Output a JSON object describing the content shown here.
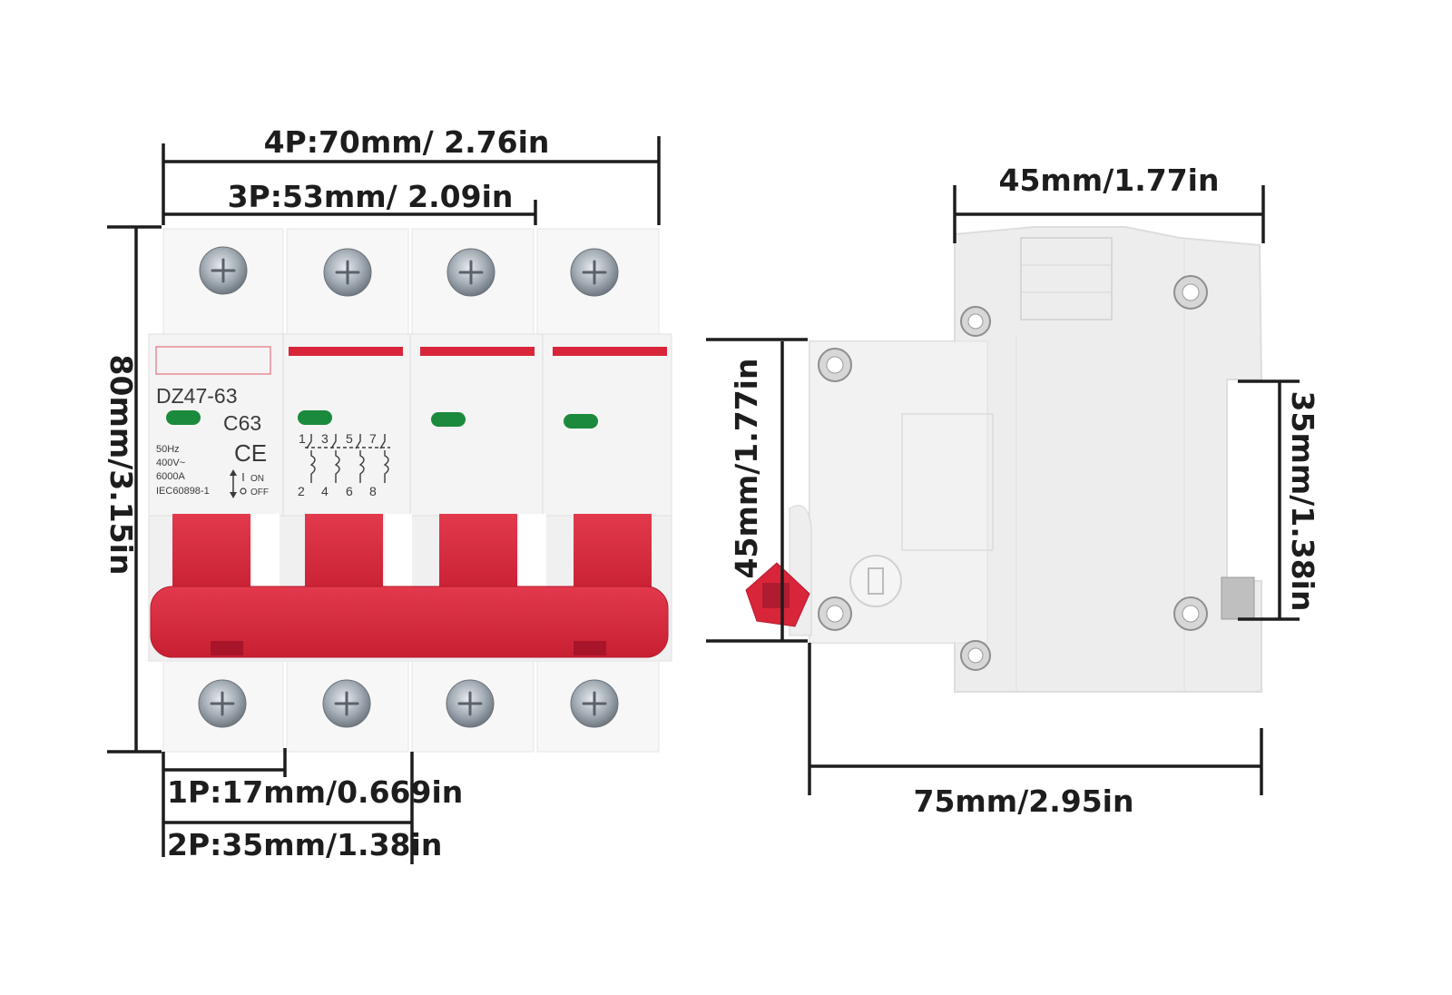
{
  "dimensions": {
    "four_pole_width": "4P:70mm/ 2.76in",
    "three_pole_width": "3P:53mm/ 2.09in",
    "height": "80mm/3.15in",
    "one_pole_width": "1P:17mm/0.669in",
    "two_pole_width": "2P:35mm/1.38in",
    "side_width": "45mm/1.77in",
    "side_front_height": "45mm/1.77in",
    "rail_height": "35mm/1.38in",
    "depth": "75mm/2.95in"
  },
  "breaker": {
    "model": "DZ47-63",
    "rating": "C63",
    "ce_mark": "CE",
    "spec_lines": [
      "50Hz",
      "400V~",
      "6000A",
      "IEC60898-1"
    ],
    "on_label": "ON",
    "off_label": "OFF",
    "terminal_top_numbers": [
      "1",
      "3",
      "5",
      "7"
    ],
    "terminal_bottom_numbers": [
      "2",
      "4",
      "6",
      "8"
    ]
  },
  "colors": {
    "handle_red": "#d9253a",
    "indicator_green": "#1b8a3c",
    "body_white": "#f6f6f6",
    "side_body": "#ececec"
  }
}
